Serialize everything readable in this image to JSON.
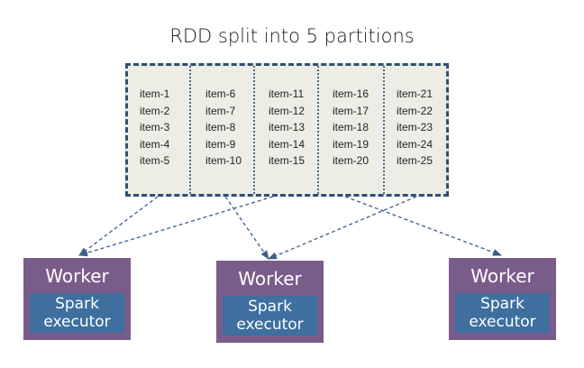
{
  "title": "RDD split into 5 partitions",
  "partitions": [
    {
      "items": [
        "item-1",
        "item-2",
        "item-3",
        "item-4",
        "item-5"
      ]
    },
    {
      "items": [
        "item-6",
        "item-7",
        "item-8",
        "item-9",
        "item-10"
      ]
    },
    {
      "items": [
        "item-11",
        "item-12",
        "item-13",
        "item-14",
        "item-15"
      ]
    },
    {
      "items": [
        "item-16",
        "item-17",
        "item-18",
        "item-19",
        "item-20"
      ]
    },
    {
      "items": [
        "item-21",
        "item-22",
        "item-23",
        "item-24",
        "item-25"
      ]
    }
  ],
  "workers": [
    {
      "label": "Worker",
      "executor_line1": "Spark",
      "executor_line2": "executor"
    },
    {
      "label": "Worker",
      "executor_line1": "Spark",
      "executor_line2": "executor"
    },
    {
      "label": "Worker",
      "executor_line1": "Spark",
      "executor_line2": "executor"
    }
  ],
  "colors": {
    "rdd_fill": "#eeede5",
    "rdd_border": "#2e4f74",
    "worker_fill": "#7a5c8b",
    "executor_fill": "#3e6f9f",
    "arrow": "#3a5f88"
  }
}
